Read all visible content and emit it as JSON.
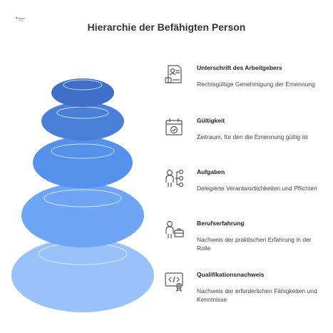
{
  "title": "Hierarchie der Befähigten Person",
  "layers": [
    {
      "label": "Unterschrift des Arbeitgebers",
      "description": "Rechtsgültige Genehmigung der Ernennung",
      "icon": "signature-document-icon",
      "color": "#3f6fc6"
    },
    {
      "label": "Gültigkeit",
      "description": "Zeitraum, für den die Ernennung gültig ist",
      "icon": "calendar-check-icon",
      "color": "#4a7fd8"
    },
    {
      "label": "Aufgaben",
      "description": "Delegierte Verantwortlichkeiten und Pflichten",
      "icon": "person-network-icon",
      "color": "#5590ea"
    },
    {
      "label": "Berufserfahrung",
      "description": "Nachweis der praktischen Erfahrung in der Rolle",
      "icon": "person-briefcase-icon",
      "color": "#6ea5f4"
    },
    {
      "label": "Qualifikationsnachweis",
      "description": "Nachweis der erforderlichen Fähigkeiten und Kenntnisse",
      "icon": "code-certificate-icon",
      "color": "#99c2fb"
    }
  ]
}
